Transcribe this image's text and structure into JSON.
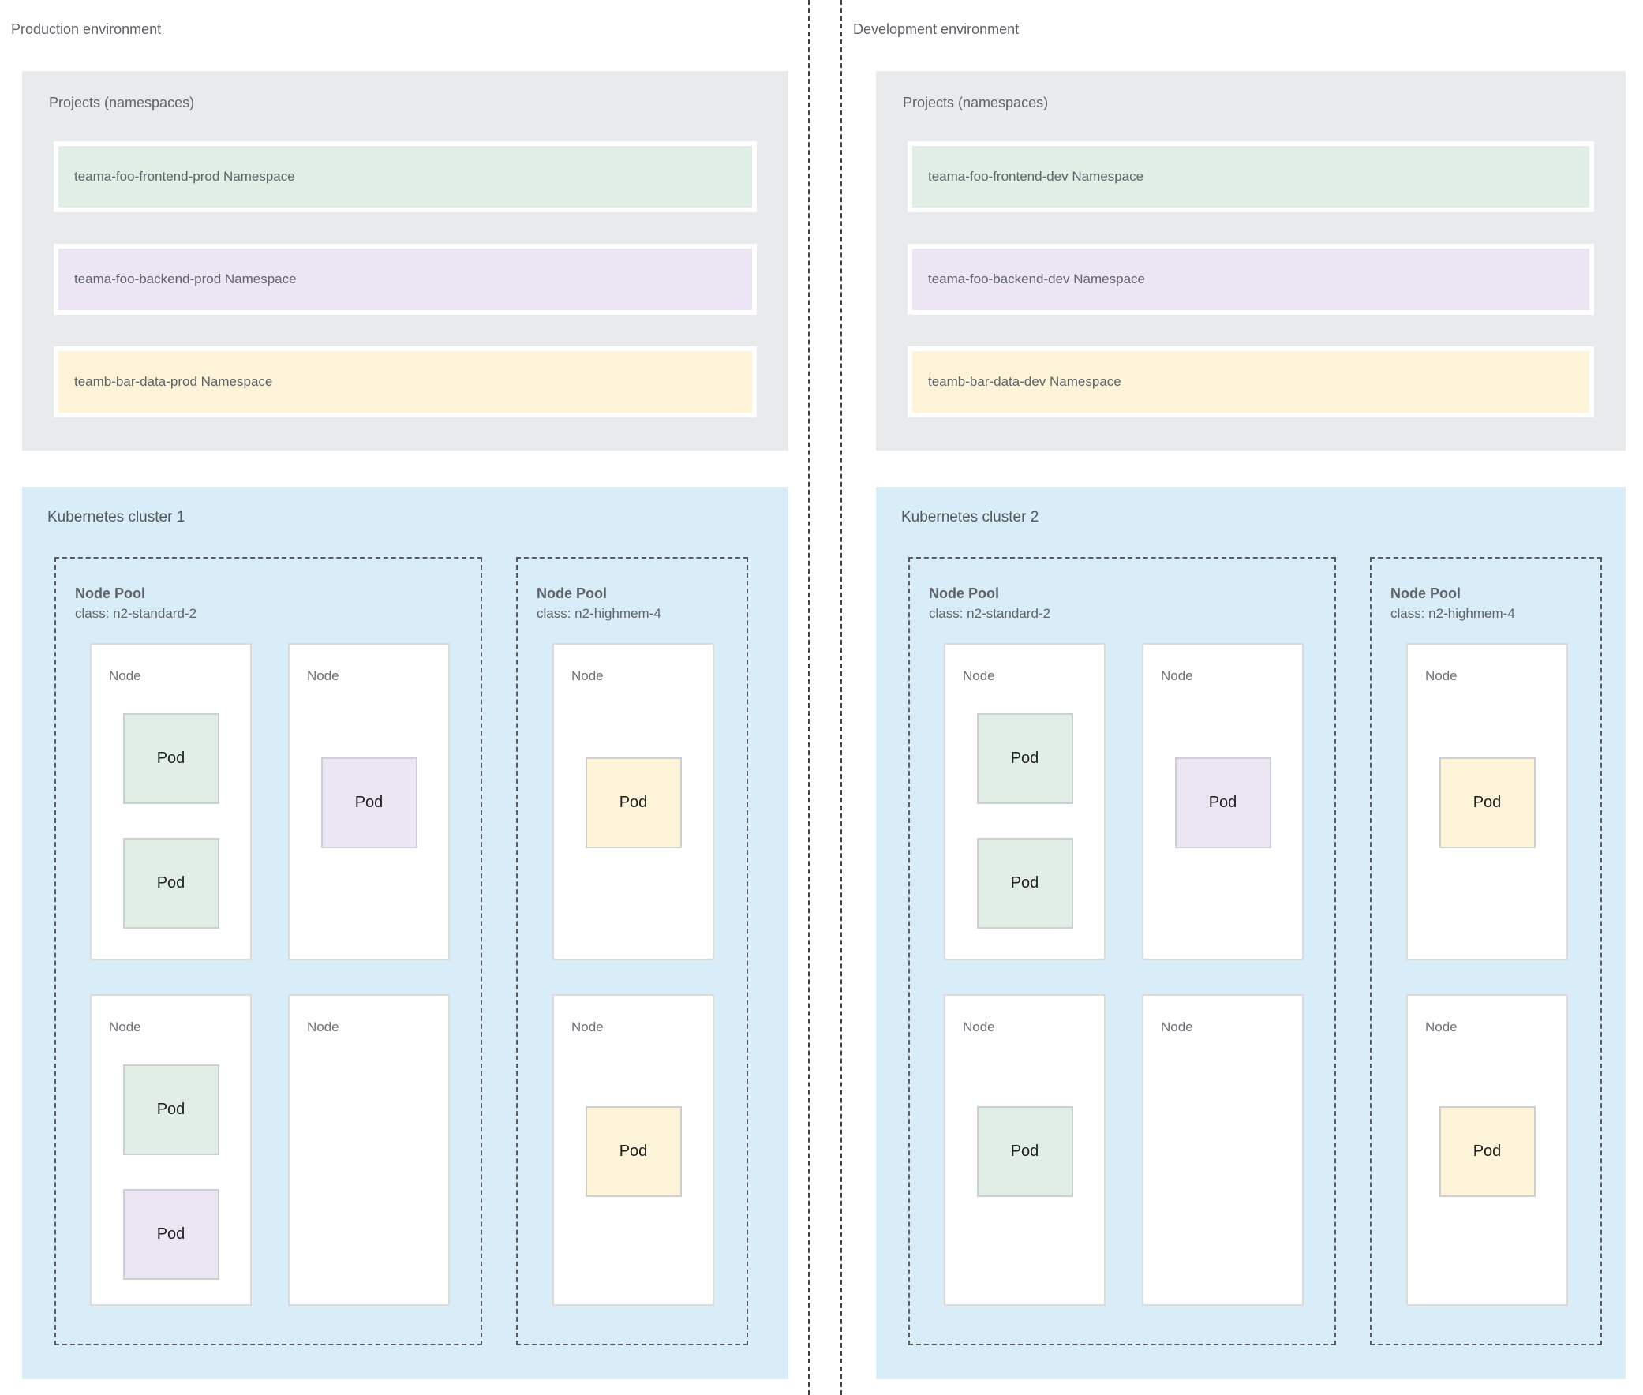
{
  "palette": {
    "projects_box_bg": "#e8eaec",
    "cluster_box_bg": "#d8edf8",
    "namespace_green": "#e0eee5",
    "namespace_purple": "#ece5f3",
    "namespace_yellow": "#fcf3d8",
    "divider_dash": "#3f4245",
    "pool_dash_border": "#595c5f",
    "text_gray": "#5f6368"
  },
  "environments": [
    {
      "title": "Production environment",
      "projects": {
        "title": "Projects (namespaces)",
        "namespaces": [
          {
            "label": "teama-foo-frontend-prod Namespace",
            "color": "green"
          },
          {
            "label": "teama-foo-backend-prod Namespace",
            "color": "purple"
          },
          {
            "label": "teamb-bar-data-prod Namespace",
            "color": "yellow"
          }
        ]
      },
      "cluster": {
        "title": "Kubernetes cluster 1",
        "node_pools": [
          {
            "title": "Node Pool",
            "class_label": "class: n2-standard-2",
            "nodes": [
              {
                "label": "Node",
                "pods": [
                  {
                    "label": "Pod",
                    "color": "green",
                    "position": "upper"
                  },
                  {
                    "label": "Pod",
                    "color": "green",
                    "position": "lower"
                  }
                ]
              },
              {
                "label": "Node",
                "pods": [
                  {
                    "label": "Pod",
                    "color": "purple",
                    "position": "center"
                  }
                ]
              },
              {
                "label": "Node",
                "pods": [
                  {
                    "label": "Pod",
                    "color": "green",
                    "position": "upper"
                  },
                  {
                    "label": "Pod",
                    "color": "purple",
                    "position": "lower"
                  }
                ]
              },
              {
                "label": "Node",
                "pods": []
              }
            ]
          },
          {
            "title": "Node Pool",
            "class_label": "class: n2-highmem-4",
            "nodes": [
              {
                "label": "Node",
                "pods": [
                  {
                    "label": "Pod",
                    "color": "yellow",
                    "position": "center"
                  }
                ]
              },
              {
                "label": "Node",
                "pods": [
                  {
                    "label": "Pod",
                    "color": "yellow",
                    "position": "center"
                  }
                ]
              }
            ]
          }
        ]
      }
    },
    {
      "title": "Development environment",
      "projects": {
        "title": "Projects (namespaces)",
        "namespaces": [
          {
            "label": "teama-foo-frontend-dev Namespace",
            "color": "green"
          },
          {
            "label": "teama-foo-backend-dev Namespace",
            "color": "purple"
          },
          {
            "label": "teamb-bar-data-dev Namespace",
            "color": "yellow"
          }
        ]
      },
      "cluster": {
        "title": "Kubernetes cluster 2",
        "node_pools": [
          {
            "title": "Node Pool",
            "class_label": "class: n2-standard-2",
            "nodes": [
              {
                "label": "Node",
                "pods": [
                  {
                    "label": "Pod",
                    "color": "green",
                    "position": "upper"
                  },
                  {
                    "label": "Pod",
                    "color": "green",
                    "position": "lower"
                  }
                ]
              },
              {
                "label": "Node",
                "pods": [
                  {
                    "label": "Pod",
                    "color": "purple",
                    "position": "center"
                  }
                ]
              },
              {
                "label": "Node",
                "pods": [
                  {
                    "label": "Pod",
                    "color": "green",
                    "position": "center"
                  }
                ]
              },
              {
                "label": "Node",
                "pods": []
              }
            ]
          },
          {
            "title": "Node Pool",
            "class_label": "class: n2-highmem-4",
            "nodes": [
              {
                "label": "Node",
                "pods": [
                  {
                    "label": "Pod",
                    "color": "yellow",
                    "position": "center"
                  }
                ]
              },
              {
                "label": "Node",
                "pods": [
                  {
                    "label": "Pod",
                    "color": "yellow",
                    "position": "center"
                  }
                ]
              }
            ]
          }
        ]
      }
    }
  ]
}
